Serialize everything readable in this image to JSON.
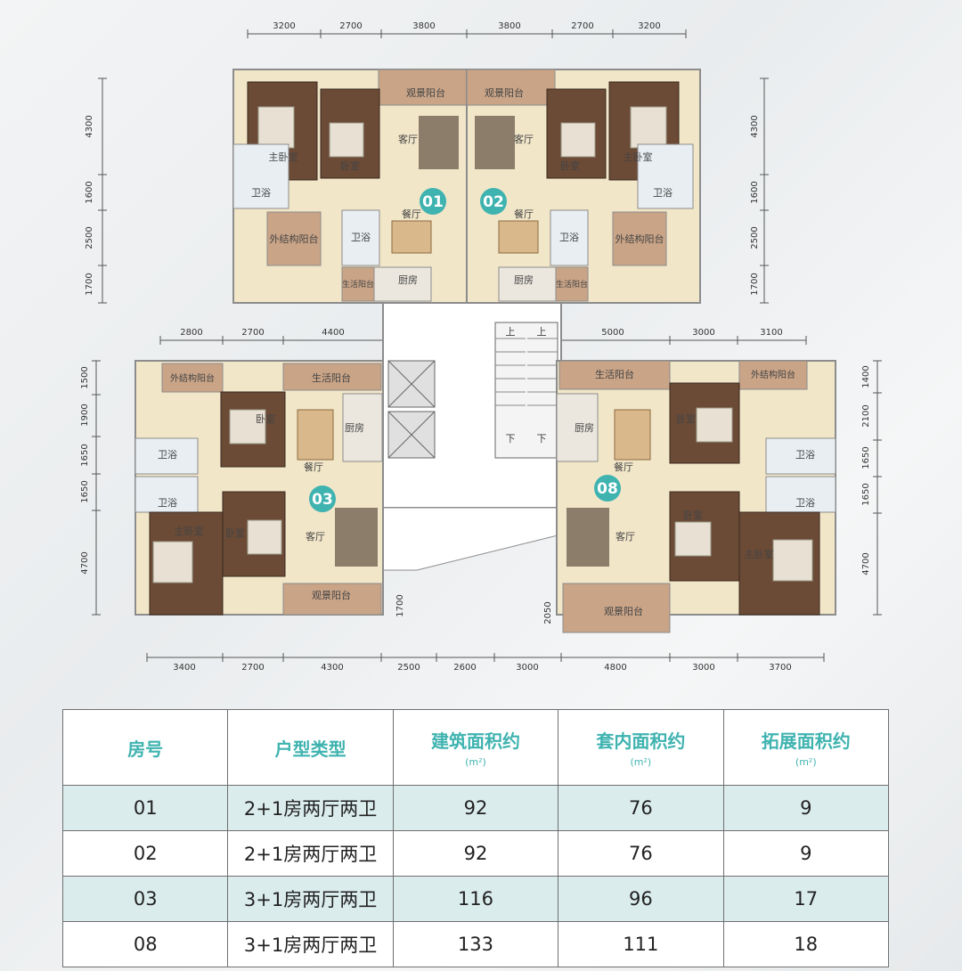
{
  "dimensions": {
    "top": [
      "3200",
      "2700",
      "3800",
      "3800",
      "2700",
      "3200"
    ],
    "upper_left": [
      "4300",
      "1600",
      "2500",
      "1700"
    ],
    "upper_right": [
      "4300",
      "1600",
      "2500",
      "1700"
    ],
    "middle_left": [
      "2800",
      "2700",
      "4400"
    ],
    "middle_right": [
      "5000",
      "3000",
      "3100"
    ],
    "lower_left": [
      "1500",
      "1900",
      "1650",
      "1650",
      "4700"
    ],
    "lower_right": [
      "1400",
      "2100",
      "1650",
      "1650",
      "4700"
    ],
    "bottom": [
      "3400",
      "2700",
      "4300",
      "2500",
      "2600",
      "3000",
      "4800",
      "3000",
      "3700"
    ],
    "center_small": [
      "1700",
      "2050"
    ]
  },
  "units": [
    {
      "id": "01"
    },
    {
      "id": "02"
    },
    {
      "id": "03"
    },
    {
      "id": "08"
    }
  ],
  "rooms": {
    "u01": {
      "balcony": "观景阳台",
      "living": "客厅",
      "master": "主卧室",
      "bedroom": "卧室",
      "bath1": "卫浴",
      "bath2": "卫浴",
      "dining": "餐厅",
      "ext_balcony": "外结构阳台",
      "service_balcony": "生活阳台",
      "kitchen": "厨房"
    },
    "u02": {
      "balcony": "观景阳台",
      "living": "客厅",
      "master": "主卧室",
      "bedroom": "卧室",
      "bath1": "卫浴",
      "bath2": "卫浴",
      "dining": "餐厅",
      "ext_balcony": "外结构阳台",
      "service_balcony": "生活阳台",
      "kitchen": "厨房"
    },
    "u03": {
      "ext_balcony": "外结构阳台",
      "service_balcony": "生活阳台",
      "bedroom1": "卧室",
      "bedroom2": "卧室",
      "kitchen": "厨房",
      "bath1": "卫浴",
      "bath2": "卫浴",
      "dining": "餐厅",
      "living": "客厅",
      "master": "主卧室",
      "balcony": "观景阳台"
    },
    "u08": {
      "ext_balcony": "外结构阳台",
      "service_balcony": "生活阳台",
      "bedroom1": "卧室",
      "bedroom2": "卧室",
      "kitchen": "厨房",
      "bath1": "卫浴",
      "bath2": "卫浴",
      "dining": "餐厅",
      "living": "客厅",
      "master": "主卧室",
      "balcony": "观景阳台"
    }
  },
  "stairs": {
    "up": "上",
    "down": "下"
  },
  "table": {
    "headers": [
      {
        "label": "房号",
        "unit": ""
      },
      {
        "label": "户型类型",
        "unit": ""
      },
      {
        "label": "建筑面积约",
        "unit": "(m²)"
      },
      {
        "label": "套内面积约",
        "unit": "(m²)"
      },
      {
        "label": "拓展面积约",
        "unit": "(m²)"
      }
    ],
    "rows": [
      [
        "01",
        "2+1房两厅两卫",
        "92",
        "76",
        "9"
      ],
      [
        "02",
        "2+1房两厅两卫",
        "92",
        "76",
        "9"
      ],
      [
        "03",
        "3+1房两厅两卫",
        "116",
        "96",
        "17"
      ],
      [
        "08",
        "3+1房两厅两卫",
        "133",
        "111",
        "18"
      ]
    ]
  },
  "colors": {
    "accent": "#3fb3b0",
    "floor": "#f2e6c9",
    "wood": "#6b4a36",
    "balcony": "#c9a487",
    "wall": "#8c8c8c",
    "row_highlight": "#dbeced"
  }
}
